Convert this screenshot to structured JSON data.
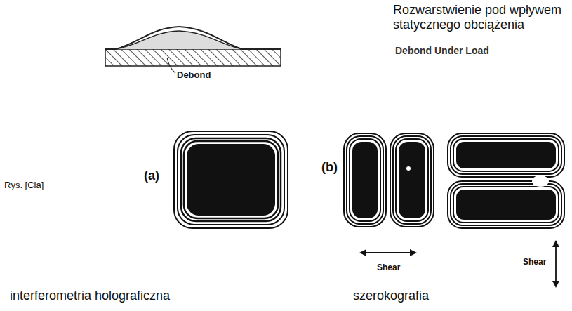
{
  "diagram": {
    "labels": [
      "Rozwarstwienie pod wpływem statycznego obciążenia",
      "Debond Under Load",
      "Debond",
      "(a)",
      "(b)",
      "Rys. [Cla]",
      "Shear",
      "Shear",
      "interferometria holograficzna",
      "szerokografia"
    ]
  }
}
